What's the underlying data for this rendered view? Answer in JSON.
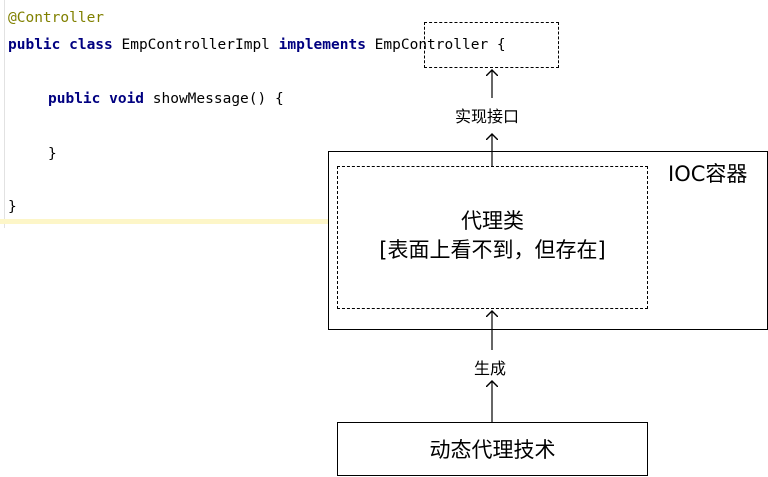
{
  "code": {
    "annotation": "@Controller",
    "line2": {
      "kw1": "public class",
      "name": " EmpControllerImpl ",
      "kw2": "implements",
      "iface": " EmpController",
      "brace": " {"
    },
    "line3": {
      "kw1": "public void",
      "rest": " showMessage() {"
    },
    "line4": "}",
    "line5": "}"
  },
  "diagram": {
    "implements_label": "实现接口",
    "ioc_label": "IOC容器",
    "proxy_title": "代理类",
    "proxy_subtitle": "[表面上看不到，但存在]",
    "generate_label": "生成",
    "dynamic_proxy_label": "动态代理技术"
  }
}
